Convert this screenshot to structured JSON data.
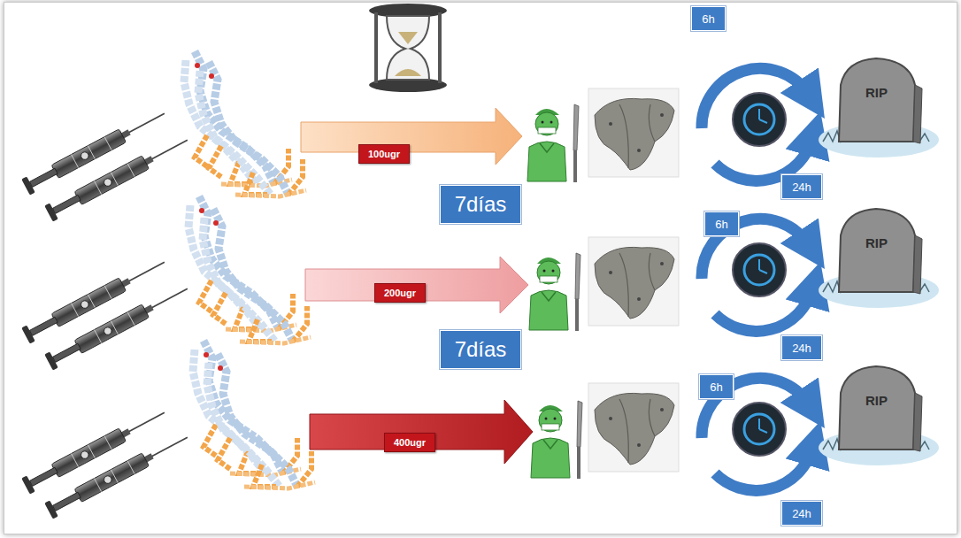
{
  "diagram": {
    "nodes": [
      {
        "text": [
          "100ugr"
        ]
      },
      {
        "text": [
          "6h"
        ]
      },
      {
        "text": [
          "24h"
        ]
      },
      {
        "text": [
          "7días"
        ]
      },
      {
        "text": [
          "200ugr"
        ]
      },
      {
        "text": [
          "6h"
        ]
      },
      {
        "text": [
          "24h"
        ]
      },
      {
        "text": [
          "7días"
        ]
      },
      {
        "text": [
          "400ugr"
        ]
      },
      {
        "text": [
          "6h"
        ]
      },
      {
        "text": [
          "24h"
        ]
      }
    ],
    "labels": [
      "RIP",
      "RIP",
      "RIP"
    ]
  }
}
